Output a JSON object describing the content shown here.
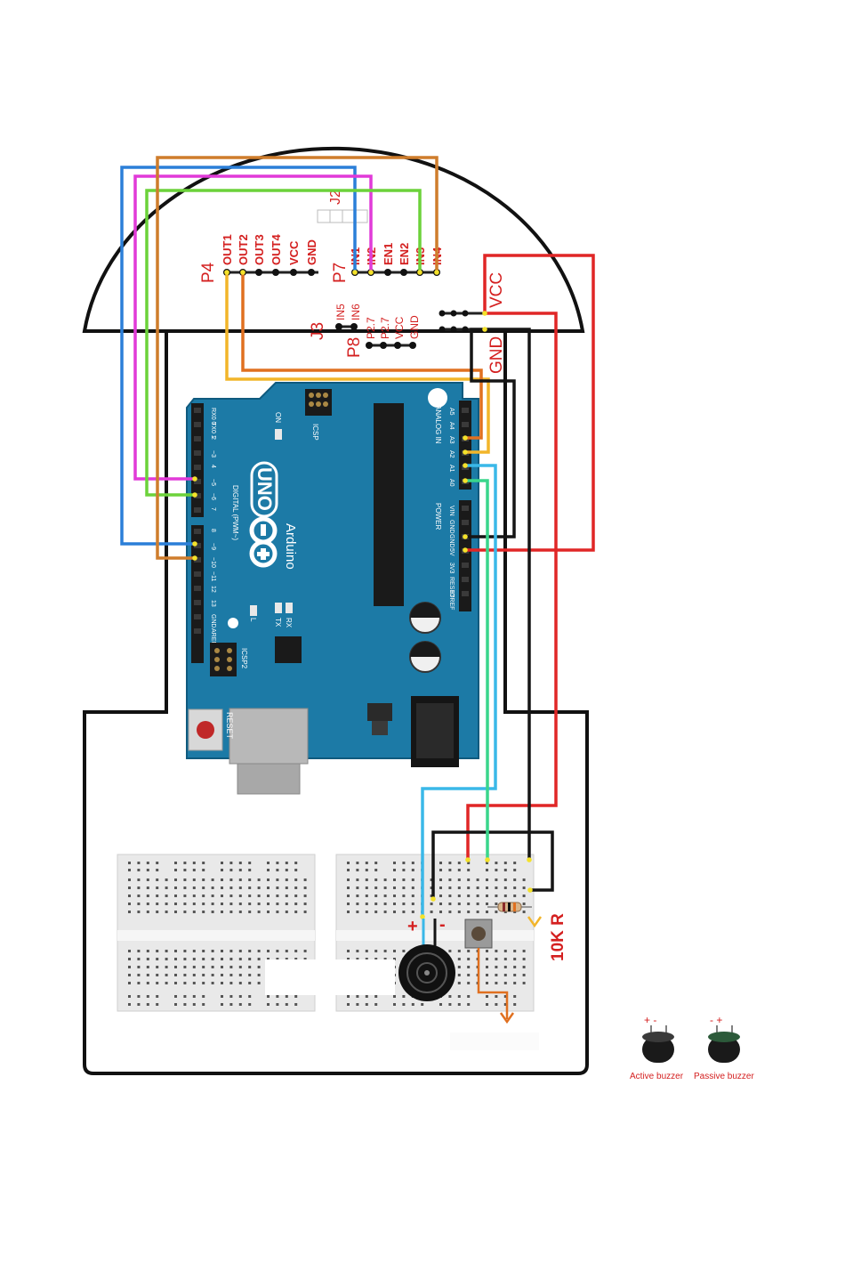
{
  "colors": {
    "blue": "#2b7fd8",
    "magenta": "#e13ad8",
    "green": "#6cd23a",
    "brown": "#cf7d2c",
    "yellow": "#f2b52a",
    "orange": "#e07020",
    "red": "#e02626",
    "black": "#151515",
    "cyan": "#3ab8e8",
    "mint": "#3ad68c",
    "board": "#1c7aa6"
  },
  "sensor_board": {
    "p4_label": "P4",
    "p4_pins": [
      "OUT1",
      "OUT2",
      "OUT3",
      "OUT4",
      "VCC",
      "GND"
    ],
    "p7_label": "P7",
    "p7_pins": [
      "IN1",
      "IN2",
      "EN1",
      "EN2",
      "IN3",
      "IN4"
    ],
    "j2_label": "J2",
    "j3_label": "J3",
    "j3_pins": [
      "IN5",
      "IN6"
    ],
    "p8_label": "P8",
    "p8_pins": [
      "P2.7",
      "P2.7",
      "VCC",
      "GND"
    ],
    "vcc_label": "VCC",
    "gnd_label": "GND"
  },
  "arduino": {
    "model": "UNO",
    "brand": "Arduino",
    "icsp_top": "ICSP",
    "icsp_bottom": "ICSP2",
    "on_label": "ON",
    "reset_label": "RESET",
    "digital_label": "DIGITAL (PWM~)",
    "analog_label": "ANALOG IN",
    "power_label": "POWER",
    "led_labels": [
      "L",
      "TX",
      "RX"
    ],
    "digital_pins_top": [
      "RX0 0",
      "TX0 1",
      "2",
      "~3",
      "4",
      "~5",
      "~6",
      "7"
    ],
    "digital_pins_bottom": [
      "8",
      "~9",
      "~10",
      "~11",
      "12",
      "13",
      "GND",
      "AREF"
    ],
    "analog_pins": [
      "A5",
      "A4",
      "A3",
      "A2",
      "A1",
      "A0"
    ],
    "power_pins": [
      "VIN",
      "GND",
      "GND",
      "5V",
      "3V3",
      "RESET",
      "IOREF"
    ]
  },
  "resistor_label": "10K R",
  "buzzer_plus": "+",
  "buzzer_minus": "-",
  "legend": {
    "active": {
      "label": "Active buzzer",
      "pins": "+ -"
    },
    "passive": {
      "label": "Passive buzzer",
      "pins": "- +"
    }
  }
}
